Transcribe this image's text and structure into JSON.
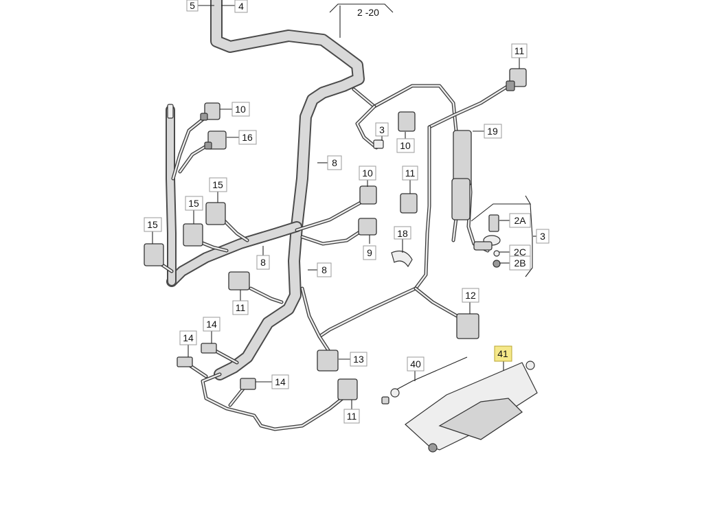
{
  "callouts": {
    "c5": "5",
    "c4": "4",
    "c2_20": "2 -20",
    "c11_top": "11",
    "c10_left": "10",
    "c16": "16",
    "c3_mid": "3",
    "c10_mid": "10",
    "c19": "19",
    "c8_upper": "8",
    "c10_center": "10",
    "c11_center": "11",
    "c15_upper": "15",
    "c15_mid": "15",
    "c15_left": "15",
    "c2A": "2A",
    "c3_right": "3",
    "c2C": "2C",
    "c2B": "2B",
    "c18": "18",
    "c9": "9",
    "c8_lower_left": "8",
    "c8_lower": "8",
    "c11_lower": "11",
    "c12": "12",
    "c14_a": "14",
    "c14_b": "14",
    "c14_c": "14",
    "c13": "13",
    "c40": "40",
    "c41": "41",
    "c11_bottom": "11"
  },
  "highlight": {
    "active_callout": "41",
    "color": "#f5e88a"
  }
}
